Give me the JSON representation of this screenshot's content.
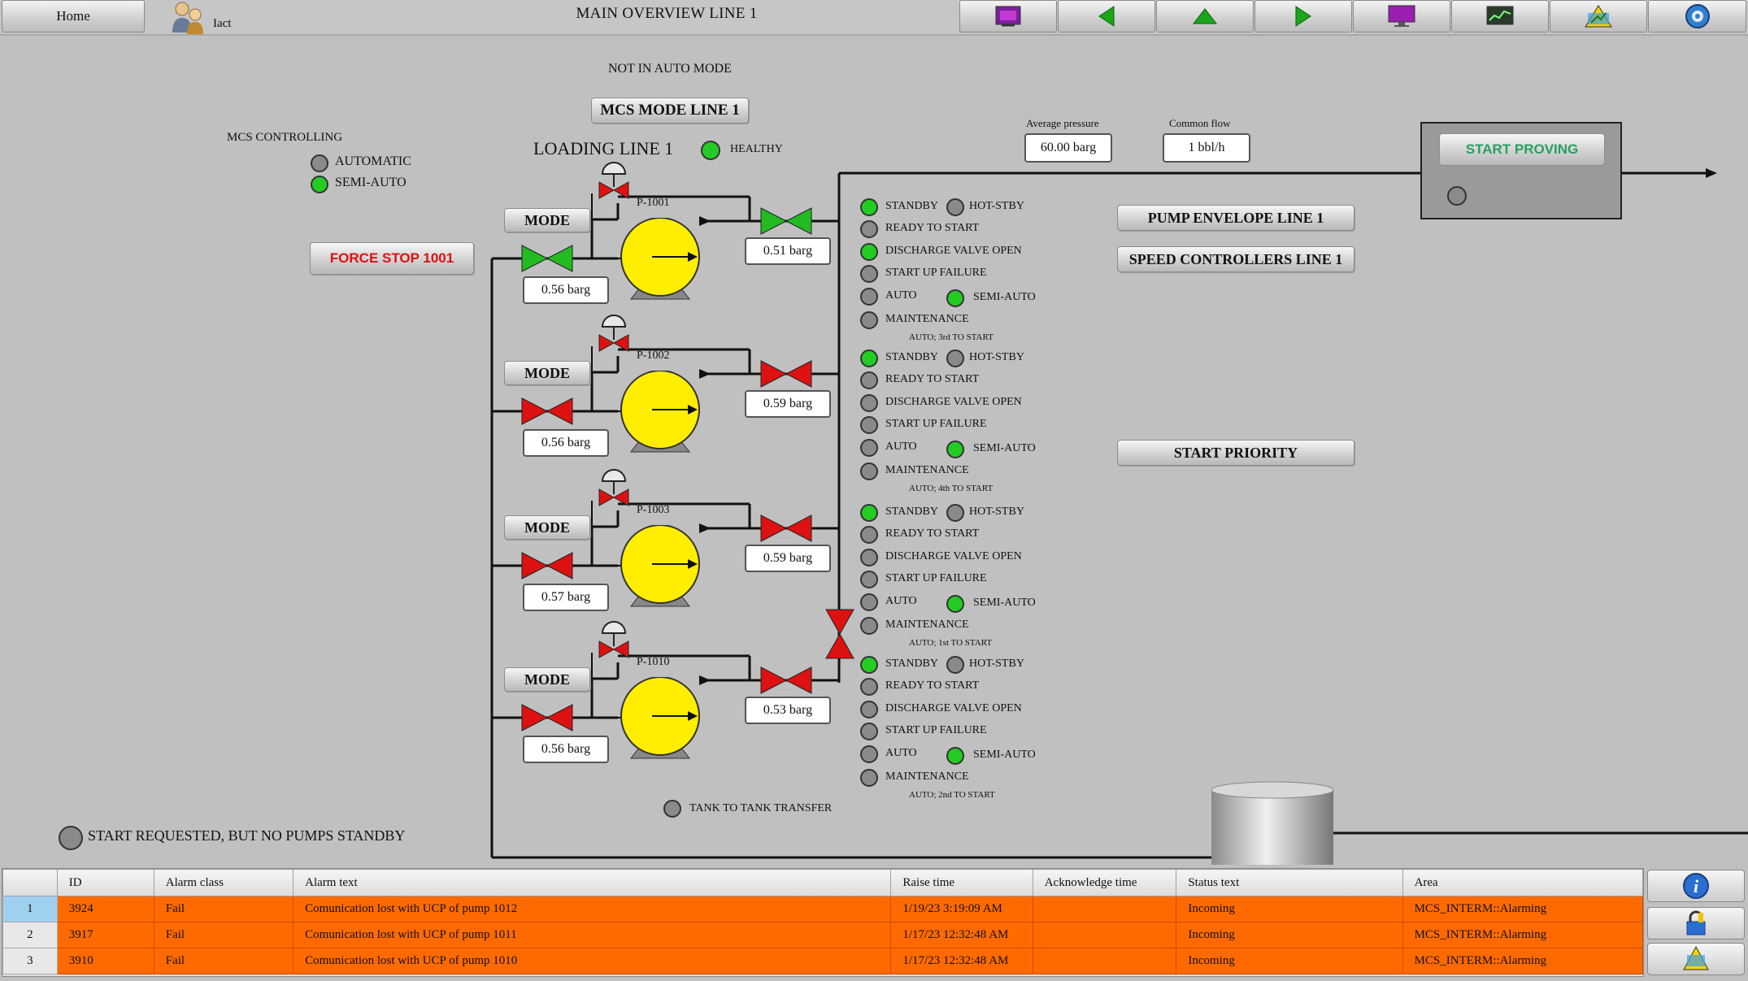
{
  "header": {
    "home_label": "Home",
    "user_label": "Iact",
    "title": "MAIN OVERVIEW LINE 1"
  },
  "status": {
    "not_in_auto": "NOT IN AUTO MODE",
    "mcs_mode_button": "MCS MODE LINE 1",
    "mcs_controlling": "MCS CONTROLLING",
    "automatic": "AUTOMATIC",
    "semi_auto": "SEMI-AUTO",
    "loading_line": "LOADING LINE 1",
    "healthy": "HEALTHY",
    "force_stop": "FORCE STOP 1001",
    "start_requested": "START REQUESTED, BUT NO PUMPS STANDBY",
    "tank_transfer": "TANK TO TANK TRANSFER"
  },
  "measurements": {
    "avg_pressure_label": "Average pressure",
    "avg_pressure_value": "60.00 barg",
    "common_flow_label": "Common flow",
    "common_flow_value": "1 bbl/h"
  },
  "proving": {
    "start_proving": "START PROVING"
  },
  "right_buttons": {
    "pump_envelope": "PUMP ENVELOPE LINE 1",
    "speed_controllers": "SPEED CONTROLLERS LINE 1",
    "start_priority": "START PRIORITY"
  },
  "pumps": [
    {
      "name": "P-1001",
      "mode": "MODE",
      "suction": "0.56 barg",
      "discharge": "0.51 barg",
      "priority": "AUTO; 3rd TO START",
      "suction_valve": "#22bb22",
      "discharge_valve": "#22bb22",
      "leds": {
        "standby": true,
        "hot_stby": false,
        "ready": false,
        "dv_open": true,
        "failure": false,
        "auto": false,
        "semi": true,
        "maint": false
      }
    },
    {
      "name": "P-1002",
      "mode": "MODE",
      "suction": "0.56 barg",
      "discharge": "0.59 barg",
      "priority": "AUTO; 4th TO START",
      "suction_valve": "#dd1111",
      "discharge_valve": "#dd1111",
      "leds": {
        "standby": true,
        "hot_stby": false,
        "ready": false,
        "dv_open": false,
        "failure": false,
        "auto": false,
        "semi": true,
        "maint": false
      }
    },
    {
      "name": "P-1003",
      "mode": "MODE",
      "suction": "0.57 barg",
      "discharge": "0.59 barg",
      "priority": "AUTO; 1st TO START",
      "suction_valve": "#dd1111",
      "discharge_valve": "#dd1111",
      "leds": {
        "standby": true,
        "hot_stby": false,
        "ready": false,
        "dv_open": false,
        "failure": false,
        "auto": false,
        "semi": true,
        "maint": false
      }
    },
    {
      "name": "P-1010",
      "mode": "MODE",
      "suction": "0.56 barg",
      "discharge": "0.53 barg",
      "priority": "AUTO; 2nd TO START",
      "suction_valve": "#dd1111",
      "discharge_valve": "#dd1111",
      "leds": {
        "standby": true,
        "hot_stby": false,
        "ready": false,
        "dv_open": false,
        "failure": false,
        "auto": false,
        "semi": true,
        "maint": false
      }
    }
  ],
  "led_labels": {
    "standby": "STANDBY",
    "hot_stby": "HOT-STBY",
    "ready": "READY TO START",
    "dv_open": "DISCHARGE VALVE OPEN",
    "failure": "START UP FAILURE",
    "auto": "AUTO",
    "semi": "SEMI-AUTO",
    "maint": "MAINTENANCE"
  },
  "alarms": {
    "headers": [
      "",
      "ID",
      "Alarm class",
      "Alarm text",
      "Raise time",
      "Acknowledge time",
      "Status text",
      "Area"
    ],
    "rows": [
      [
        "1",
        "3924",
        "Fail",
        "Comunication lost with UCP of pump 1012",
        "1/19/23 3:19:09 AM",
        "",
        "Incoming",
        "MCS_INTERM::Alarming"
      ],
      [
        "2",
        "3917",
        "Fail",
        "Comunication lost with UCP of pump 1011",
        "1/17/23 12:32:48 AM",
        "",
        "Incoming",
        "MCS_INTERM::Alarming"
      ],
      [
        "3",
        "3910",
        "Fail",
        "Comunication lost with UCP of pump 1010",
        "1/17/23 12:32:48 AM",
        "",
        "Incoming",
        "MCS_INTERM::Alarming"
      ]
    ]
  },
  "toolbar_icons": [
    "screen-select-icon",
    "arrow-left-icon",
    "arrow-up-icon",
    "arrow-right-icon",
    "monitor-icon",
    "trend-icon",
    "alarm-overview-icon",
    "settings-icon"
  ],
  "side_icons": [
    "info-icon",
    "lock-icon",
    "alarm-ack-icon"
  ]
}
